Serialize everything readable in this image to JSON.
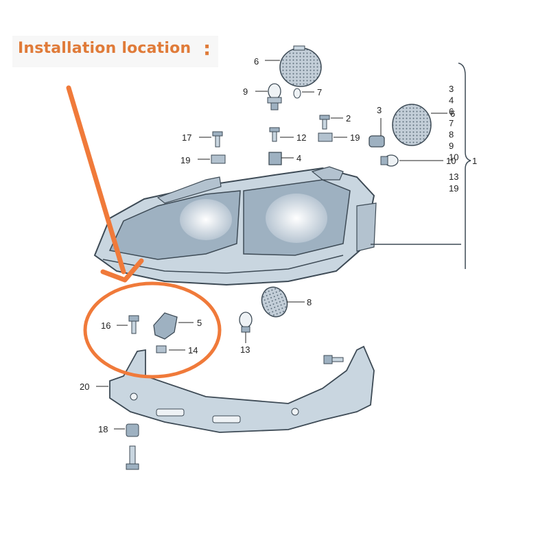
{
  "heading": {
    "text": "Installation location",
    "colon": ":",
    "color": "#e07b39"
  },
  "callout_color": "#f07a3a",
  "part_color": "#c9d6e0",
  "labels": {
    "top_lamp_cover": "6",
    "bulb_main": "9",
    "bulb_small": "7",
    "screw_left_top": "17",
    "clip_left": "19",
    "screw_mid": "12",
    "clip_mid": "19",
    "socket": "4",
    "screw_right": "2",
    "connector": "3",
    "right_cover": "6",
    "bulb_right": "10",
    "group_1": "1",
    "bracket_screw": "16",
    "bracket_clip": "5",
    "bracket_nut": "14",
    "lower_cover": "8",
    "bulb_lower": "13",
    "bracket_main": "20",
    "bolt_lower": "18"
  },
  "group_list": [
    "3",
    "4",
    "6",
    "7",
    "8",
    "9",
    "10",
    "13",
    "19"
  ]
}
